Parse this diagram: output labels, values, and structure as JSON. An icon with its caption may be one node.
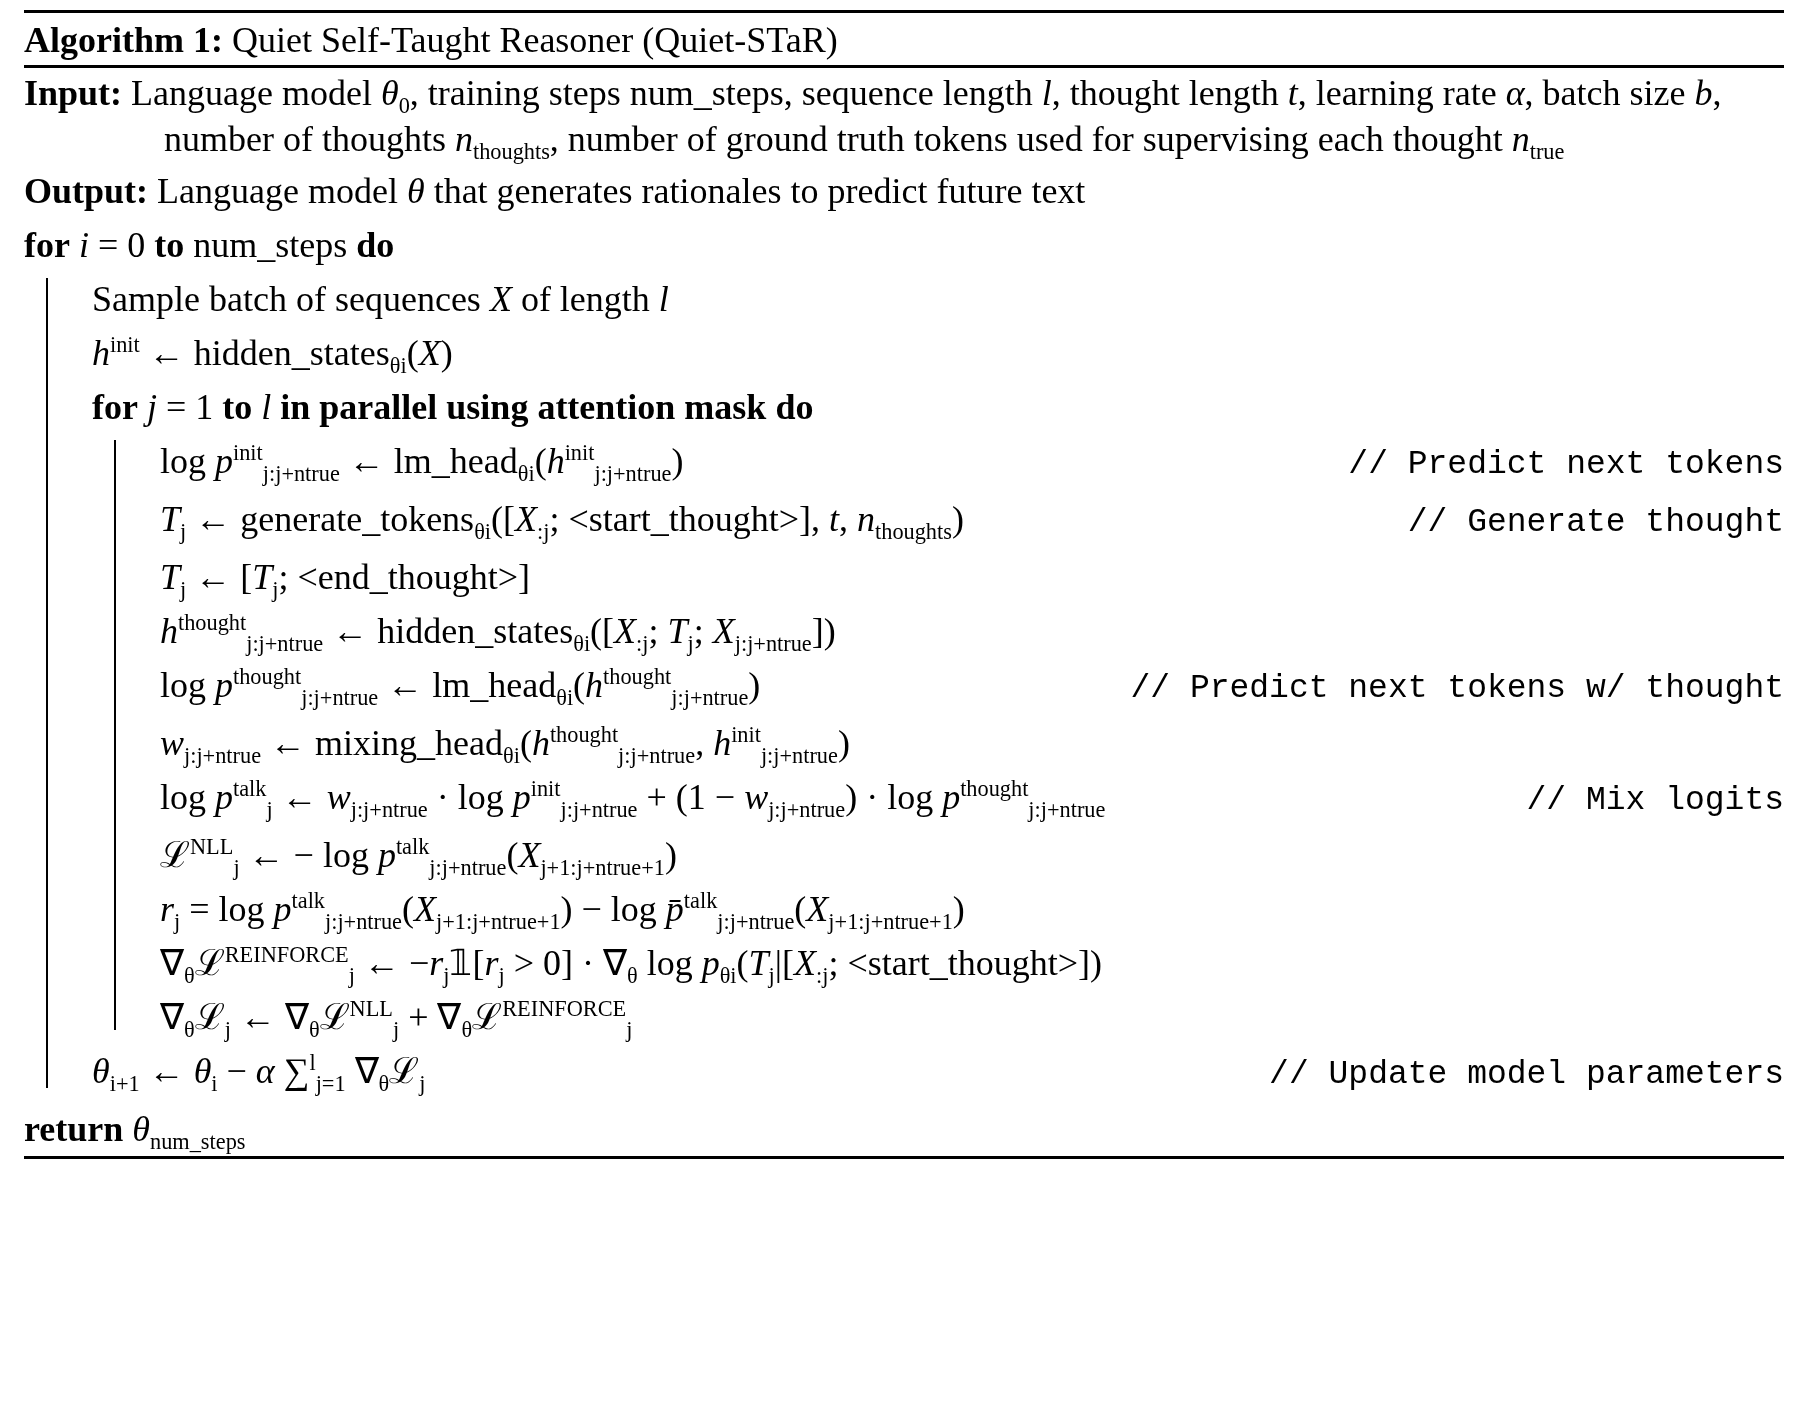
{
  "diagram": {
    "title": "**Algorithm 1:** Quiet Self-Taught Reasoner (Quiet-STaR)",
    "labels": [
      "**Input:** Language model *θ*$_{0}$, training steps num_steps, sequence length *l*, thought length *t*, learning rate *α*, batch size *b*, number of thoughts *n*$_{thoughts}$, number of ground truth tokens used for supervising each thought *n*$_{true}$",
      "**Output:** Language model *θ* that generates rationales to predict future text",
      "**for** *i* = 0 **to** num_steps **do**",
      "Sample batch of sequences *X* of length *l*",
      "*h*$^{init}$ ← hidden_states$_{θi}$(*X*)",
      "**for** *j* = 1 **to** *l* **in parallel using attention mask do**",
      "log *p*$^{init}$$_{j:j+ntrue}$ ← lm_head$_{θi}$(*h*$^{init}$$_{j:j+ntrue}$)",
      "// Predict next tokens",
      "*T*$_{j}$ ← generate_tokens$_{θi}$([*X*$_{:j}$; <start_thought>], *t*, *n*$_{thoughts}$)",
      "// Generate thought",
      "*T*$_{j}$ ← [*T*$_{j}$; <end_thought>]",
      "*h*$^{thought}$$_{j:j+ntrue}$ ← hidden_states$_{θi}$([*X*$_{:j}$; *T*$_{j}$; *X*$_{j:j+ntrue}$])",
      "log *p*$^{thought}$$_{j:j+ntrue}$ ← lm_head$_{θi}$(*h*$^{thought}$$_{j:j+ntrue}$)",
      "// Predict next tokens w/ thought",
      "*w*$_{j:j+ntrue}$ ← mixing_head$_{θi}$(*h*$^{thought}$$_{j:j+ntrue}$, *h*$^{init}$$_{j:j+ntrue}$)",
      "log *p*$^{talk}$$_{j}$ ← *w*$_{j:j+ntrue}$ · log *p*$^{init}$$_{j:j+ntrue}$ + (1 − *w*$_{j:j+ntrue}$) · log *p*$^{thought}$$_{j:j+ntrue}$",
      "// Mix logits",
      "ℒ$^{NLL}$$_{j}$ ← − log *p*$^{talk}$$_{j:j+ntrue}$(*X*$_{j+1:j+ntrue+1}$)",
      "*r*$_{j}$ = log *p*$^{talk}$$_{j:j+ntrue}$(*X*$_{j+1:j+ntrue+1}$) − log *p̄*$^{talk}$$_{j:j+ntrue}$(*X*$_{j+1:j+ntrue+1}$)",
      "∇$_{θ}$ℒ$^{REINFORCE}$$_{j}$ ← −*r*$_{j}$𝟙[*r*$_{j}$ > 0] · ∇$_{θ}$ log *p*$_{θi}$(*T*$_{j}$|[*X*$_{:j}$; <start_thought>])",
      "∇$_{θ}$ℒ$_{j}$ ← ∇$_{θ}$ℒ$^{NLL}$$_{j}$ + ∇$_{θ}$ℒ$^{REINFORCE}$$_{j}$",
      "*θ*$_{i+1}$ ← *θ*$_{i}$ − *α* ∑$^{l}$$_{j=1}$ ∇$_{θ}$ℒ$_{j}$",
      "// Update model parameters",
      "**return** *θ*$_{num_steps}$"
    ]
  }
}
